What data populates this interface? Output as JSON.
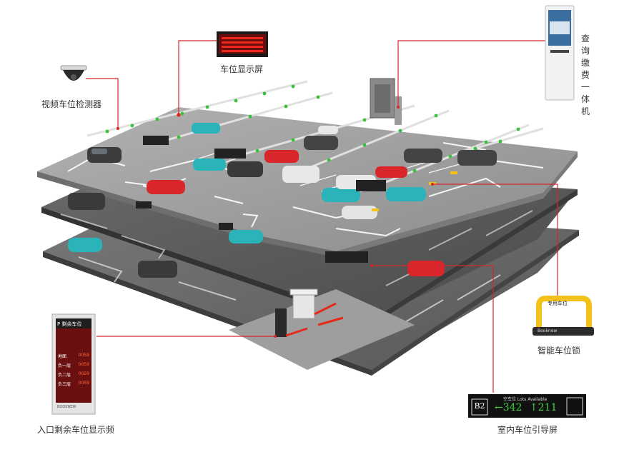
{
  "labels": {
    "display_screen": "车位显示屏",
    "video_detector": "视频车位检测器",
    "kiosk": [
      "查",
      "询",
      "缴",
      "费",
      "一",
      "体",
      "机"
    ],
    "smart_lock": "智能车位锁",
    "entrance_display": "入口剩余车位显示频",
    "indoor_guide": "室内车位引导屏"
  },
  "guide_screen": {
    "level": "B2",
    "caption": "空车位 Lots Available",
    "left_arrow": "←",
    "left_count": "342",
    "right_arrow": "↑",
    "right_count": "211"
  },
  "entrance_board": {
    "brand": "P 剩余车位",
    "rows": [
      {
        "floor": "地面",
        "count": "0059"
      },
      {
        "floor": "负一层",
        "count": "0059"
      },
      {
        "floor": "负二层",
        "count": "0059"
      },
      {
        "floor": "负三层",
        "count": "0059"
      }
    ],
    "footer": "BOOKNEW"
  },
  "lock_text": "专用车位",
  "lock_brand": "Booknew",
  "colors": {
    "callout_line": "#d6262b",
    "slab_top": "#a3a3a3",
    "slab_mid": "#5a5a5a",
    "slab_bottom": "#676767",
    "led_red": "#e62a1a",
    "led_green": "#38c238",
    "lock_yellow": "#f2c21a"
  }
}
